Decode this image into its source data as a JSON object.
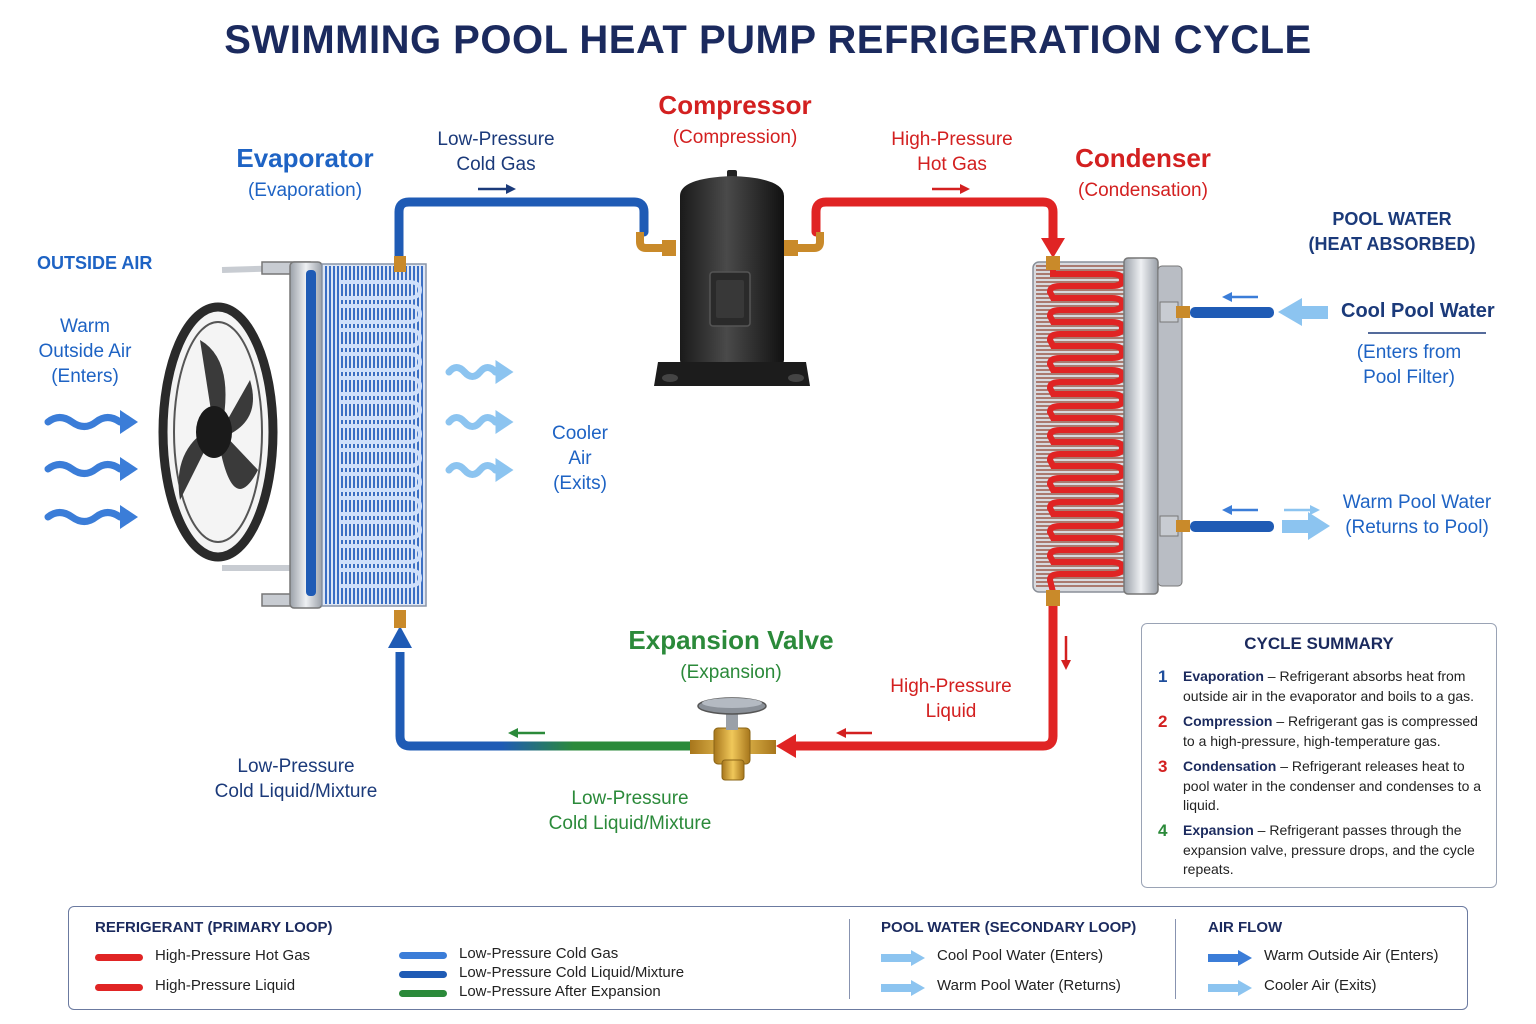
{
  "title": "SWIMMING POOL HEAT PUMP REFRIGERATION CYCLE",
  "components": {
    "evaporator": {
      "name": "Evaporator",
      "sub": "(Evaporation)"
    },
    "compressor": {
      "name": "Compressor",
      "sub": "(Compression)"
    },
    "condenser": {
      "name": "Condenser",
      "sub": "(Condensation)"
    },
    "expansion_valve": {
      "name": "Expansion Valve",
      "sub": "(Expansion)"
    }
  },
  "flow_labels": {
    "low_pressure_cold_gas": [
      "Low-Pressure",
      "Cold Gas"
    ],
    "high_pressure_hot_gas": [
      "High-Pressure",
      "Hot Gas"
    ],
    "high_pressure_liquid": [
      "High-Pressure",
      "Liquid"
    ],
    "low_pressure_mix_left": [
      "Low-Pressure",
      "Cold Liquid/Mixture"
    ],
    "low_pressure_mix_bottom": [
      "Low-Pressure",
      "Cold Liquid/Mixture"
    ]
  },
  "air": {
    "heading": "OUTSIDE AIR",
    "warm_in": [
      "Warm",
      "Outside Air",
      "(Enters)"
    ],
    "cool_out": [
      "Cooler",
      "Air",
      "(Exits)"
    ]
  },
  "pool": {
    "heading": [
      "POOL WATER",
      "(HEAT ABSORBED)"
    ],
    "cool_in": "Cool Pool Water",
    "cool_in_sub": [
      "(Enters from",
      "Pool Filter)"
    ],
    "warm_out": [
      "Warm Pool Water",
      "(Returns to Pool)"
    ]
  },
  "summary": {
    "title": "CYCLE SUMMARY",
    "items": [
      {
        "num": "1",
        "term": "Evaporation",
        "text": " – Refrigerant absorbs heat from outside air in the evaporator and boils to a gas.",
        "color": "#1f4e9c"
      },
      {
        "num": "2",
        "term": "Compression",
        "text": " – Refrigerant gas is compressed to a high-pressure, high-temperature gas.",
        "color": "#d32020"
      },
      {
        "num": "3",
        "term": "Condensation",
        "text": " – Refrigerant releases heat to pool water in the condenser and condenses to a liquid.",
        "color": "#d32020"
      },
      {
        "num": "4",
        "term": "Expansion",
        "text": " – Refrigerant passes through the expansion valve, pressure drops, and the cycle repeats.",
        "color": "#2b8a3a"
      }
    ]
  },
  "legend": {
    "refrigerant_heading": "REFRIGERANT (PRIMARY LOOP)",
    "refrigerant_items": [
      {
        "label": "High-Pressure Hot Gas",
        "color": "#e02424"
      },
      {
        "label": "High-Pressure Liquid",
        "color": "#e02424"
      },
      {
        "label": "Low-Pressure Cold Gas",
        "color": "#3b7dd8"
      },
      {
        "label": "Low-Pressure Cold Liquid/Mixture",
        "color": "#1f5bb5"
      },
      {
        "label": "Low-Pressure After Expansion",
        "color": "#2b8a3a"
      }
    ],
    "pool_heading": "POOL WATER (SECONDARY LOOP)",
    "pool_items": [
      {
        "label": "Cool Pool Water (Enters)",
        "color": "#8cc4f0"
      },
      {
        "label": "Warm Pool Water (Returns)",
        "color": "#8cc4f0"
      }
    ],
    "air_heading": "AIR FLOW",
    "air_items": [
      {
        "label": "Warm Outside Air (Enters)",
        "color": "#3b7dd8"
      },
      {
        "label": "Cooler Air (Exits)",
        "color": "#8cc4f0"
      }
    ]
  },
  "colors": {
    "hot": "#e02424",
    "cold": "#1f5bb5",
    "expansion": "#2b8a3a",
    "air_warm": "#3b7dd8",
    "air_cool": "#8cc4f0"
  }
}
